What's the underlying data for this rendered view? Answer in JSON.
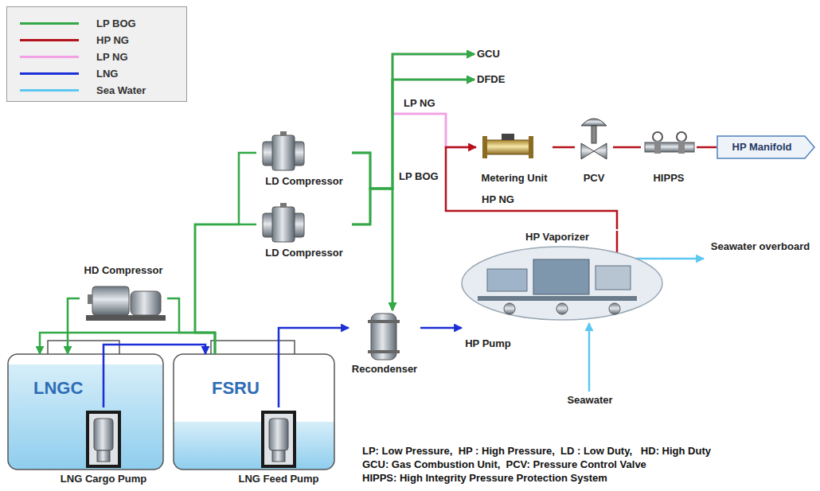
{
  "diagram": {
    "nodes": [
      {
        "text": [
          "GCU"
        ]
      },
      {
        "text": [
          "DFDE"
        ]
      },
      {
        "text": [
          "LD Compressor"
        ]
      },
      {
        "text": [
          "Metering Unit"
        ]
      },
      {
        "text": [
          "PCV"
        ]
      },
      {
        "text": [
          "HIPPS"
        ]
      },
      {
        "text": [
          "HP Manifold"
        ]
      },
      {
        "text": [
          "LD Compressor"
        ]
      },
      {
        "text": [
          "HP Vaporizer"
        ]
      },
      {
        "text": [
          "Seawater overboard"
        ]
      },
      {
        "text": [
          "HD Compressor"
        ]
      },
      {
        "text": [
          "Recondenser"
        ]
      },
      {
        "text": [
          "HP Pump"
        ]
      },
      {
        "text": [
          "LNGC"
        ]
      },
      {
        "text": [
          "FSRU"
        ]
      },
      {
        "text": [
          "Seawater"
        ]
      },
      {
        "text": [
          "LNG Cargo Pump"
        ]
      },
      {
        "text": [
          "LNG Feed Pump"
        ]
      }
    ],
    "edges": [
      {
        "from": 3,
        "to": 0,
        "arrow": "to",
        "label": "LP NG"
      },
      {
        "from": 3,
        "to": 1,
        "arrow": "to"
      },
      {
        "from": 2,
        "to": 0,
        "arrow": "to"
      },
      {
        "from": 2,
        "to": 1,
        "arrow": "to"
      },
      {
        "from": 2,
        "to": 11,
        "arrow": "to",
        "label": "LP BOG"
      },
      {
        "from": 7,
        "to": 0,
        "arrow": "to"
      },
      {
        "from": 7,
        "to": 1,
        "arrow": "to"
      },
      {
        "from": 7,
        "to": 11,
        "arrow": "to"
      },
      {
        "from": 14,
        "to": 2,
        "arrow": "none"
      },
      {
        "from": 14,
        "to": 7,
        "arrow": "none"
      },
      {
        "from": 14,
        "to": 10,
        "arrow": "none"
      },
      {
        "from": 10,
        "to": 13,
        "arrow": "to"
      },
      {
        "from": 14,
        "to": 13,
        "arrow": "to"
      },
      {
        "from": 16,
        "to": 14,
        "arrow": "to"
      },
      {
        "from": 17,
        "to": 11,
        "arrow": "to"
      },
      {
        "from": 11,
        "to": 12,
        "arrow": "to"
      },
      {
        "from": 8,
        "to": 3,
        "arrow": "to",
        "label": "HP NG"
      },
      {
        "from": 3,
        "to": 4,
        "arrow": "none"
      },
      {
        "from": 4,
        "to": 5,
        "arrow": "none"
      },
      {
        "from": 5,
        "to": 6,
        "arrow": "none"
      },
      {
        "from": 15,
        "to": 8,
        "arrow": "to"
      },
      {
        "from": 8,
        "to": 9,
        "arrow": "to"
      }
    ],
    "labels": [
      "LP: Low Pressure,  HP : High Pressure,  LD : Low Duty,   HD: High Duty",
      "GCU: Gas Combustion Unit,  PCV: Pressure Control Valve",
      "HIPPS: High Integrity Pressure Protection System"
    ],
    "legend": [
      {
        "text": "LP BOG",
        "color": "#33a846"
      },
      {
        "text": "HP NG",
        "color": "#b5121b"
      },
      {
        "text": "LP NG",
        "color": "#f2a2e4"
      },
      {
        "text": "LNG",
        "color": "#1c2fd6"
      },
      {
        "text": "Sea Water",
        "color": "#5cc8f2"
      }
    ]
  }
}
